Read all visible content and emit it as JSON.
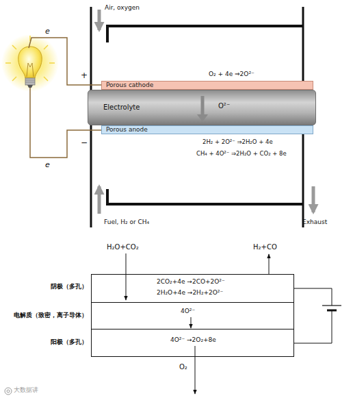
{
  "diagram": {
    "nodes": [
      {
        "text": [
          "Porous cathode"
        ]
      },
      {
        "text": [
          "Electrolyte",
          "O²⁻"
        ]
      },
      {
        "text": [
          "Porous anode"
        ]
      },
      {
        "text": [
          "阴极（多孔）",
          "2CO₂+4e →2CO+2O²⁻",
          "2H₂O+4e →2H₂+2O²⁻"
        ]
      },
      {
        "text": [
          "电解质（致密，离子导体）",
          "4O²⁻"
        ]
      },
      {
        "text": [
          "阳极（多孔）",
          "4O²⁻ →2O₂+8e"
        ]
      }
    ],
    "labels": [
      "Air, oxygen",
      "e",
      "+",
      "e",
      "−",
      "O₂ + 4e ⇒2O²⁻",
      "2H₂ + 2O²⁻ ⇒2H₂O + 4e",
      "CH₄ + 4O²⁻ ⇒2H₂O + CO₂ + 8e",
      "Fuel, H₂ or CH₄",
      "Exhaust",
      "H₂O+CO₂",
      "H₂+CO",
      "O₂",
      "大数据讲"
    ]
  }
}
